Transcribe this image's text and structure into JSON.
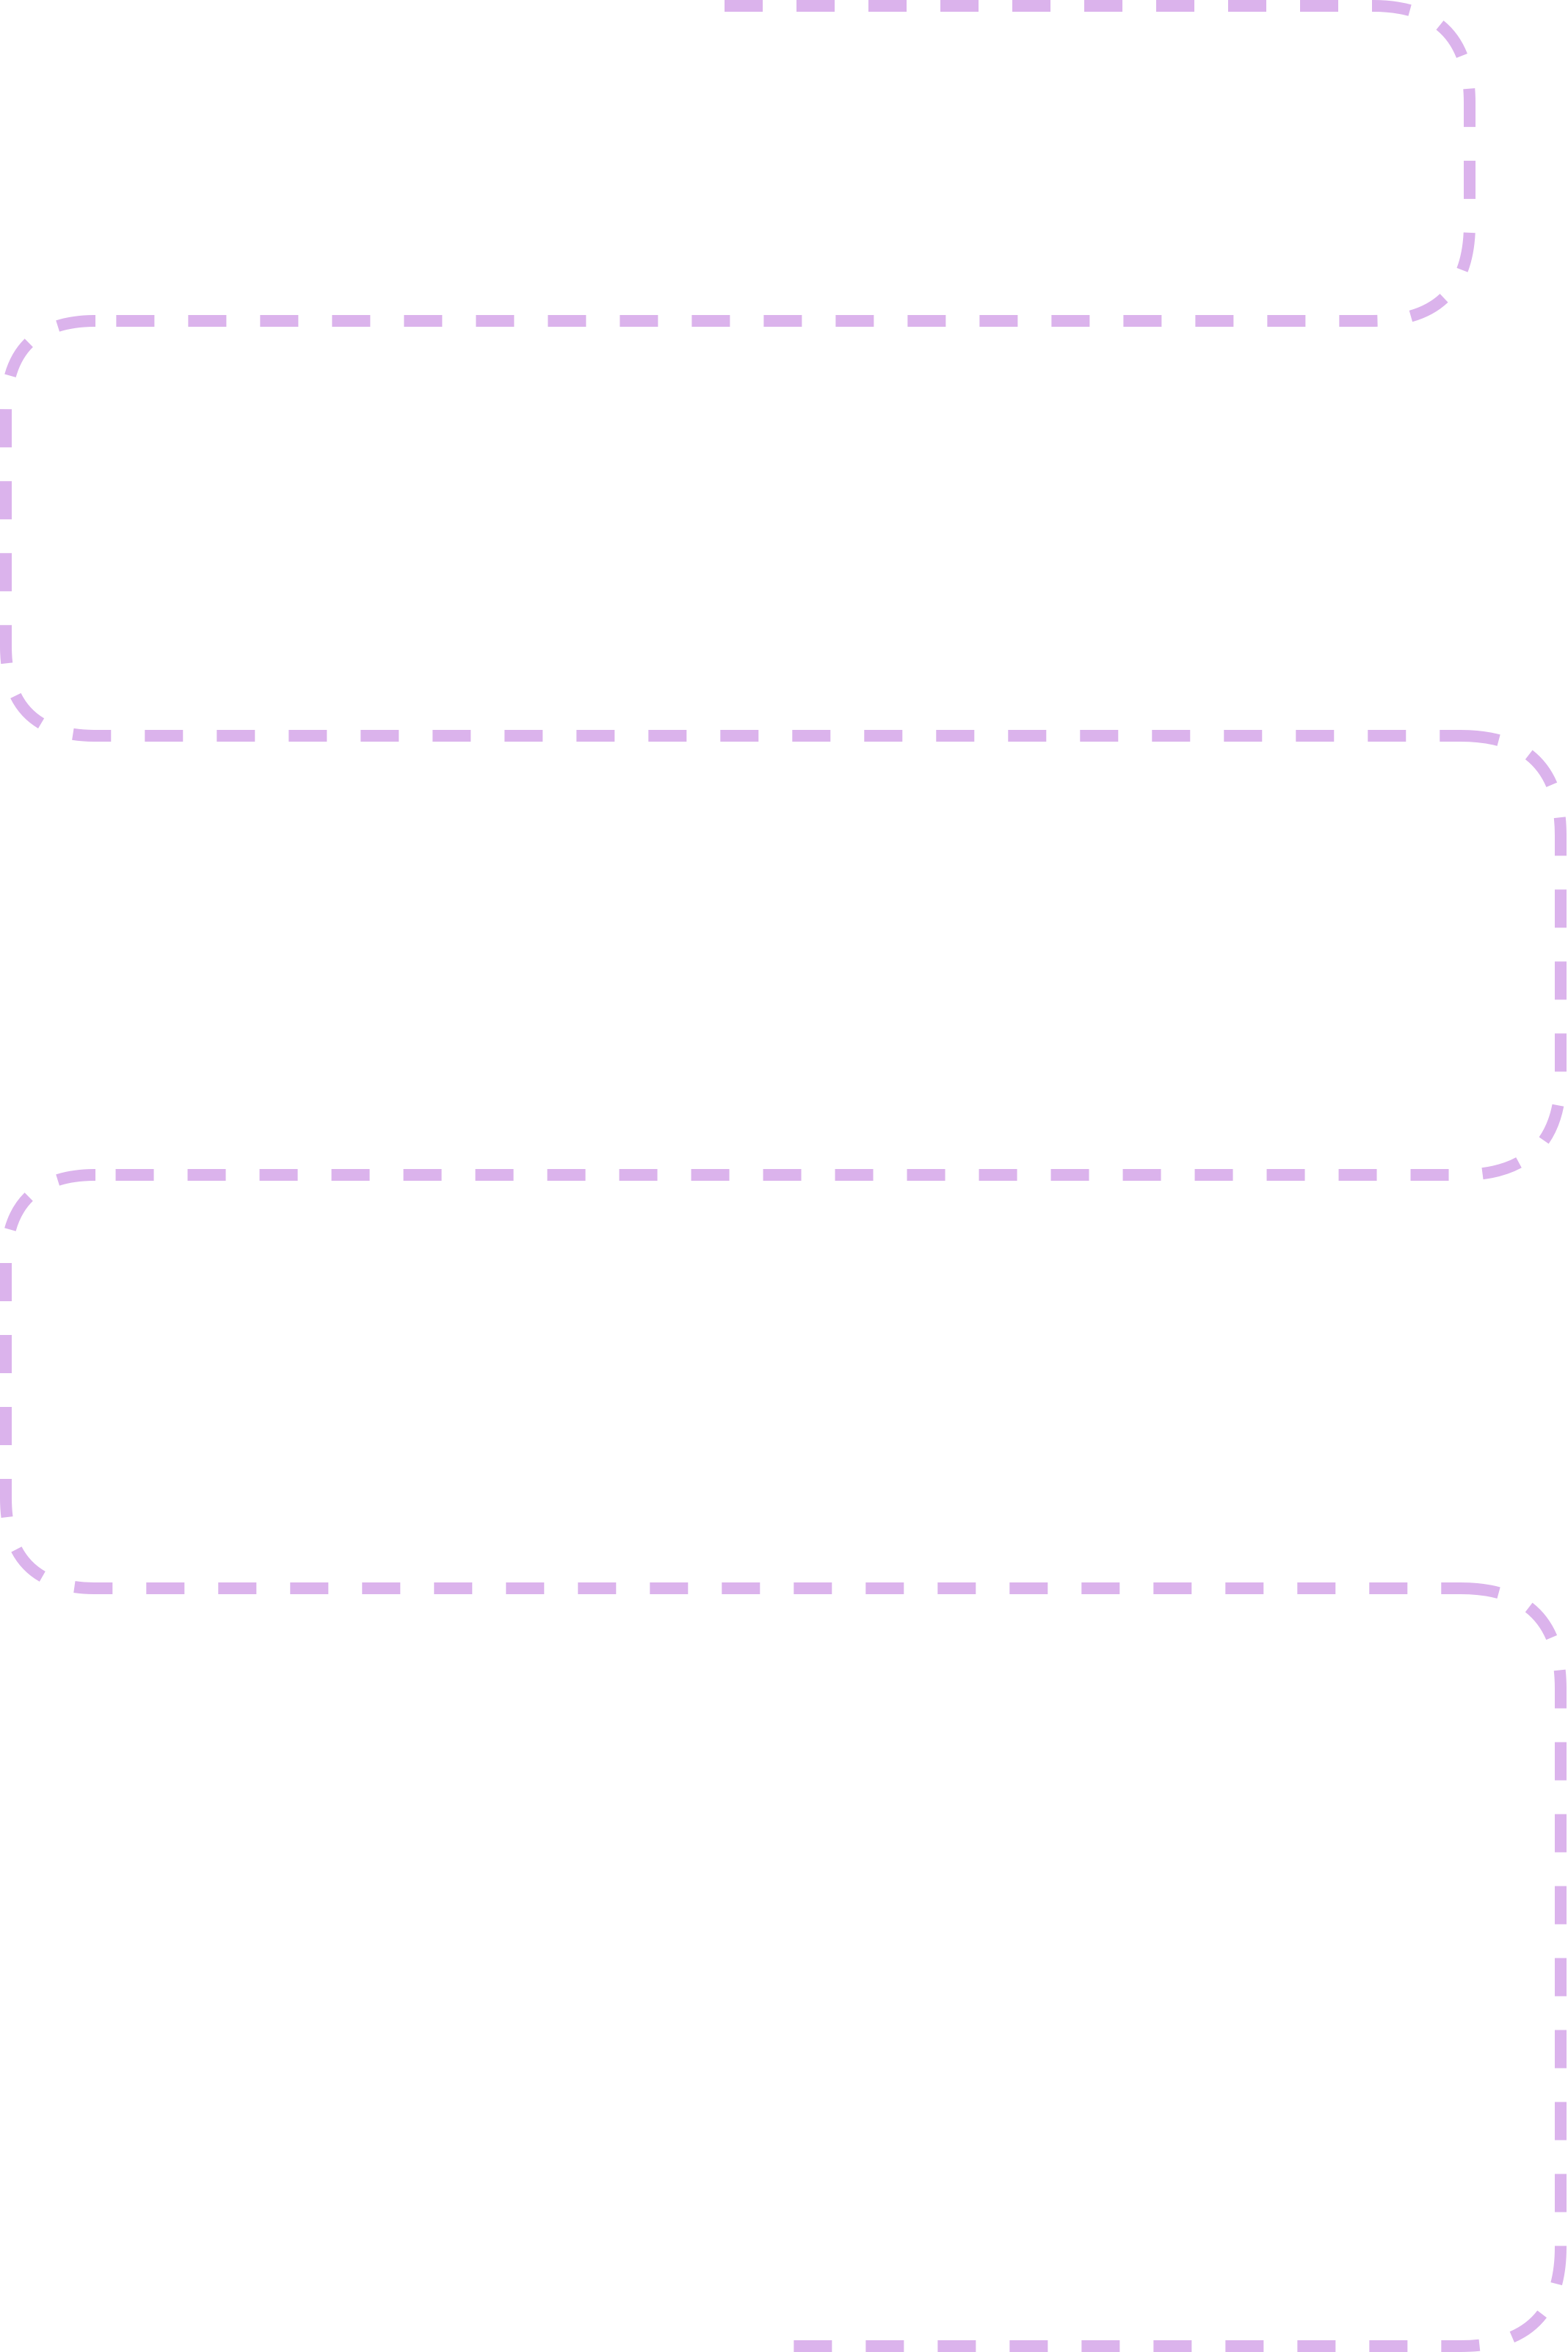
{
  "diagram": {
    "background": "#ffffff",
    "stroke_color": "#dbb3ec",
    "line_style": "dashed",
    "segment_count": 6,
    "segments": [
      {
        "id": "segment-1",
        "label": ""
      },
      {
        "id": "segment-2",
        "label": ""
      },
      {
        "id": "segment-3",
        "label": ""
      },
      {
        "id": "segment-4",
        "label": ""
      },
      {
        "id": "segment-5",
        "label": ""
      },
      {
        "id": "segment-6",
        "label": ""
      }
    ]
  }
}
